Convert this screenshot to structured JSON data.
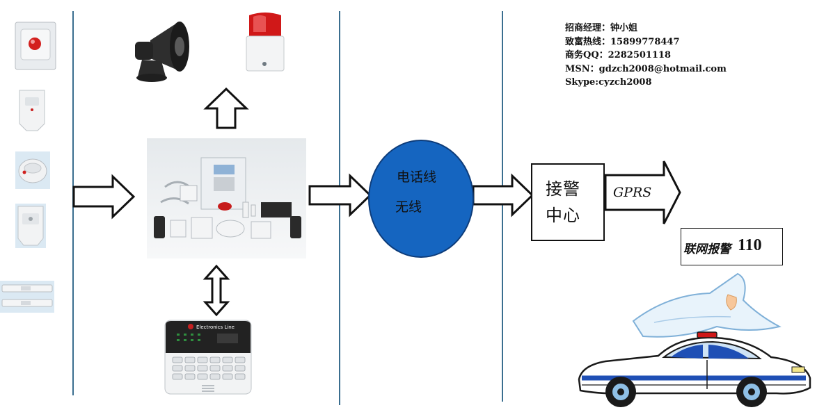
{
  "contact": {
    "manager": "招商经理：钟小姐",
    "hotline": "致富热线：15899778447",
    "qq": "商务QQ：2282501118",
    "msn": "MSN：gdzch2008@hotmail.com",
    "skype": "Skype:cyzch2008"
  },
  "channel": {
    "line1": "电话线",
    "line2": "无线"
  },
  "center": {
    "line1": "接警",
    "line2": "中心"
  },
  "gprs": "GPRS",
  "police": {
    "label": "联网报警",
    "number": "110"
  },
  "keypad": {
    "brand": "Electronics Line"
  },
  "colors": {
    "circle": "#1565c0",
    "divider": "#3a6e8f",
    "car_stripe": "#1f4fb5",
    "siren_red": "#d01818"
  },
  "icons": [
    "panic-button-icon",
    "pir-sensor-icon",
    "smoke-detector-icon",
    "pir-sensor-icon",
    "door-contact-icon",
    "siren-horn-icon",
    "strobe-siren-icon",
    "alarm-kit-photo",
    "keypad-icon",
    "police-car-icon",
    "hand-icon"
  ]
}
